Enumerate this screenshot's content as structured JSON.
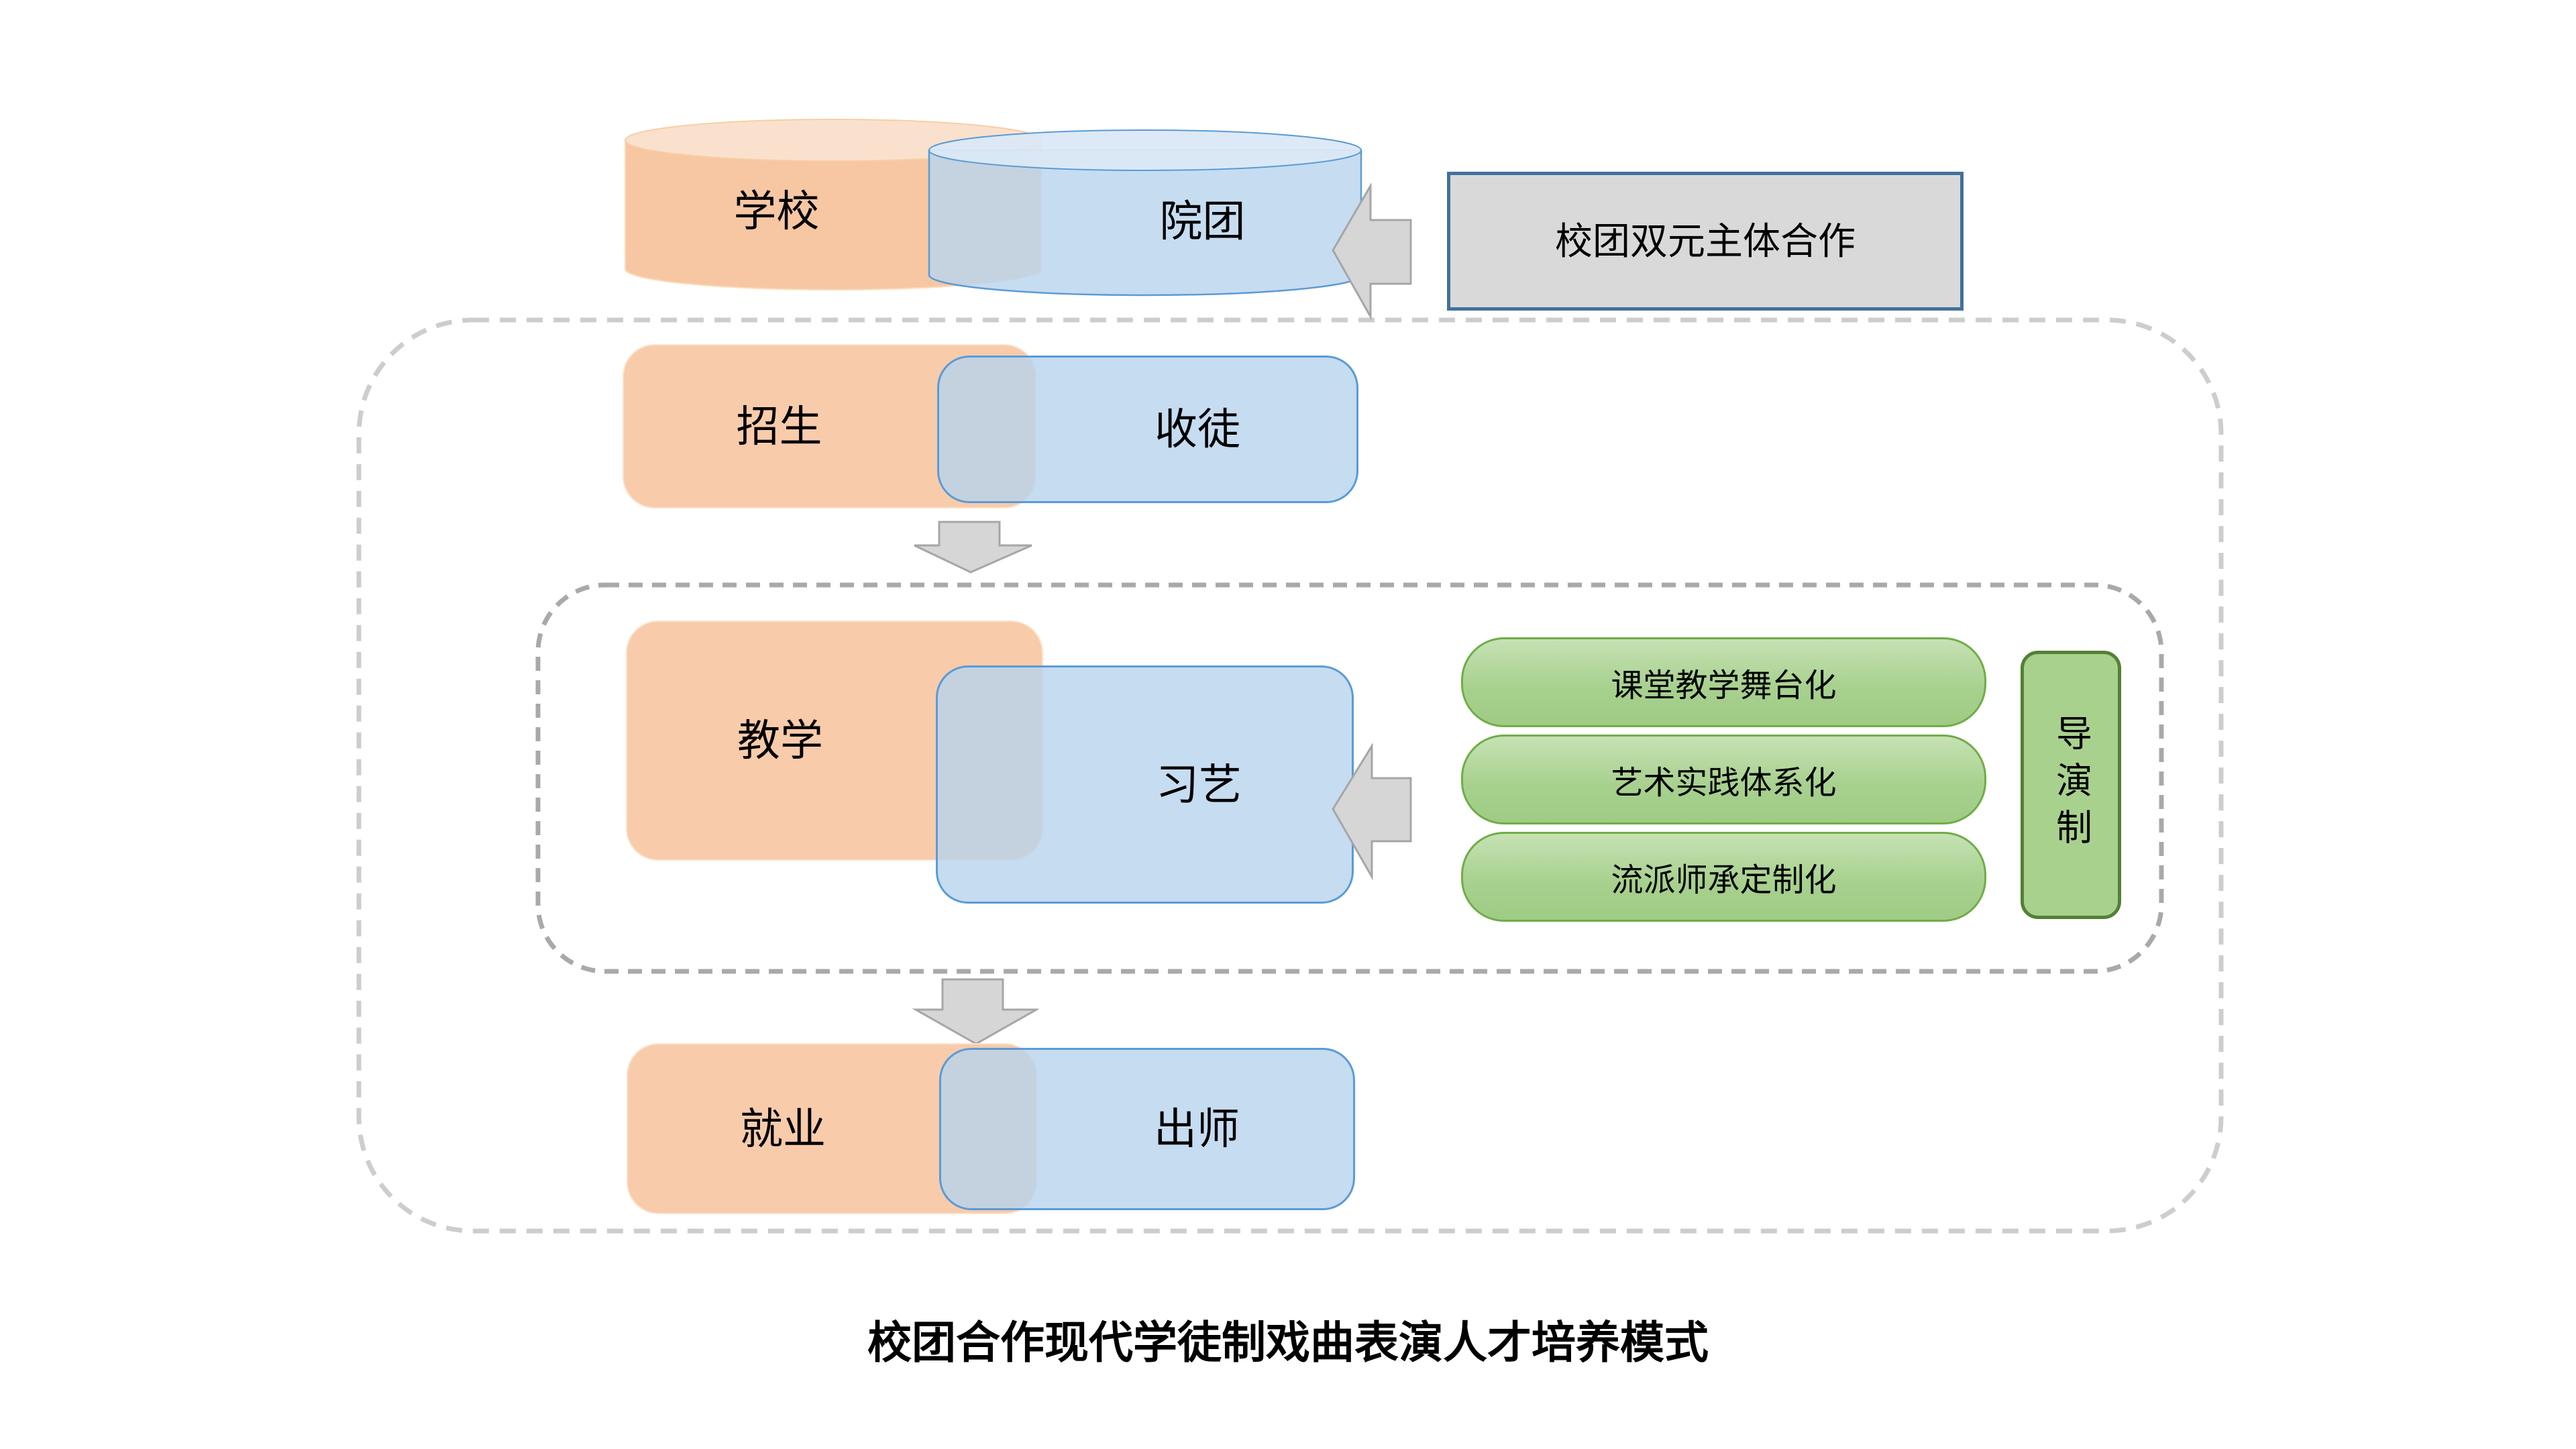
{
  "diagram": {
    "title": "校团合作现代学徒制戏曲表演人才培养模式",
    "entities": {
      "school": "学校",
      "troupe": "院团"
    },
    "cooperation_label": "校团双元主体合作",
    "stages": {
      "enrollment": {
        "school_side": "招生",
        "troupe_side": "收徒"
      },
      "training": {
        "school_side": "教学",
        "troupe_side": "习艺"
      },
      "outcome": {
        "school_side": "就业",
        "troupe_side": "出师"
      }
    },
    "training_methods": [
      "课堂教学舞台化",
      "艺术实践体系化",
      "流派师承定制化"
    ],
    "director_system": "导演制",
    "colors": {
      "school_fill": "#F8CBAB",
      "school_cylinder_top": "#FAE1CE",
      "troupe_fill": "#BDD7EE",
      "troupe_border": "#5B9BD5",
      "method_fill": "#A9D18E",
      "method_border": "#6FAD47",
      "director_border": "#538135",
      "cooperation_fill": "#D9D9D9",
      "cooperation_border": "#41719C",
      "arrow_fill": "#D6D6D6",
      "arrow_border": "#A6A6A6",
      "outer_frame_dash": "#CDCDCD",
      "inner_frame_dash": "#A9A9A9",
      "text": "#000000"
    }
  }
}
